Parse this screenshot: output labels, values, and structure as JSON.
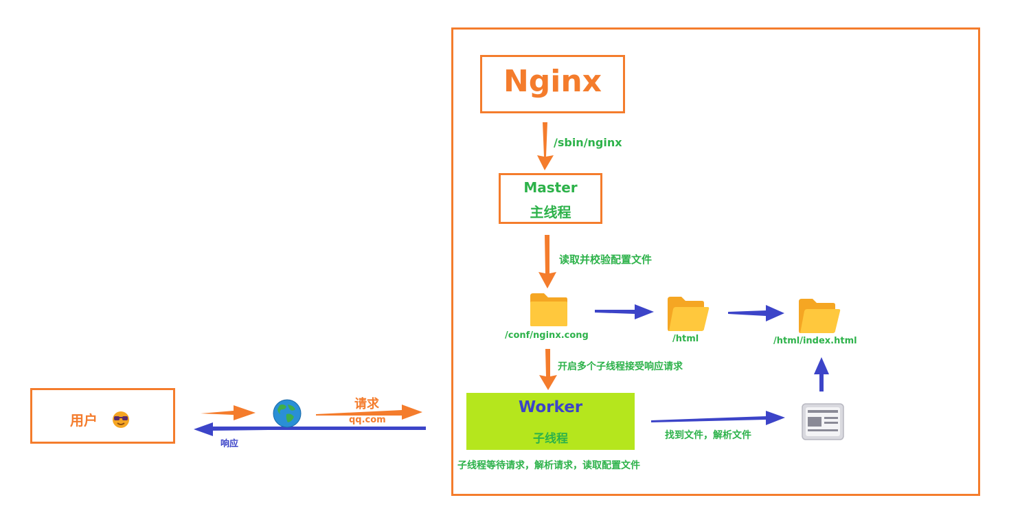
{
  "user": {
    "label": "用户"
  },
  "request": {
    "label": "请求",
    "domain": "qq.com"
  },
  "response": {
    "label": "响应"
  },
  "nginx": {
    "title": "Nginx"
  },
  "master": {
    "title": "Master",
    "subtitle": "主线程"
  },
  "worker": {
    "title": "Worker",
    "subtitle": "子线程"
  },
  "steps": {
    "start_cmd": "/sbin/nginx",
    "read_config": "读取并校验配置文件",
    "start_workers": "开启多个子线程接受响应请求",
    "worker_desc": "子线程等待请求，解析请求，读取配置文件",
    "find_file": "找到文件，解析文件"
  },
  "files": {
    "conf": "/conf/nginx.cong",
    "html": "/html",
    "index": "/html/index.html"
  },
  "icons": {
    "user_emoji": "sunglasses-face-icon",
    "globe": "globe-icon",
    "folder": "folder-icon",
    "document": "document-icon"
  },
  "colors": {
    "accent_orange": "#f47c2c",
    "label_green": "#2db24a",
    "arrow_blue": "#3c44c8",
    "worker_fill": "#b5e61d",
    "folder_yellow": "#ffc83d"
  }
}
